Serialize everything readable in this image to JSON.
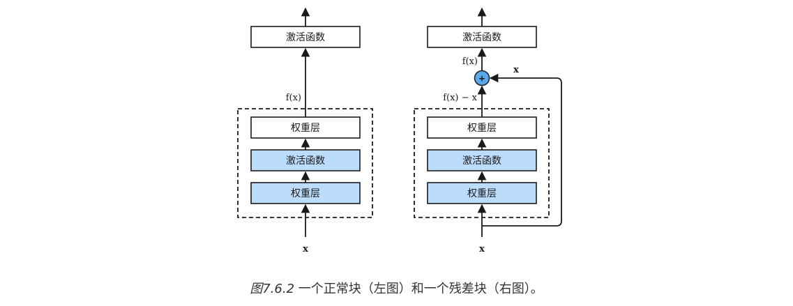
{
  "left_block": {
    "top_box": "激活函数",
    "inner_top": "权重层",
    "inner_mid": "激活函数",
    "inner_bottom": "权重层",
    "fx_label": "f(x)",
    "input_label": "x"
  },
  "right_block": {
    "top_box": "激活函数",
    "inner_top": "权重层",
    "inner_mid": "激活函数",
    "inner_bottom": "权重层",
    "fx_label": "f(x)",
    "residual_label": "f(x) − x",
    "skip_label": "x",
    "input_label": "x",
    "plus_symbol": "+"
  },
  "caption": {
    "number": "图7.6.2",
    "text": "一个正常块（左图）和一个残差块（右图）。"
  },
  "colors": {
    "highlight_box": "#bcdcfc",
    "plus_node": "#5aa9ee"
  }
}
